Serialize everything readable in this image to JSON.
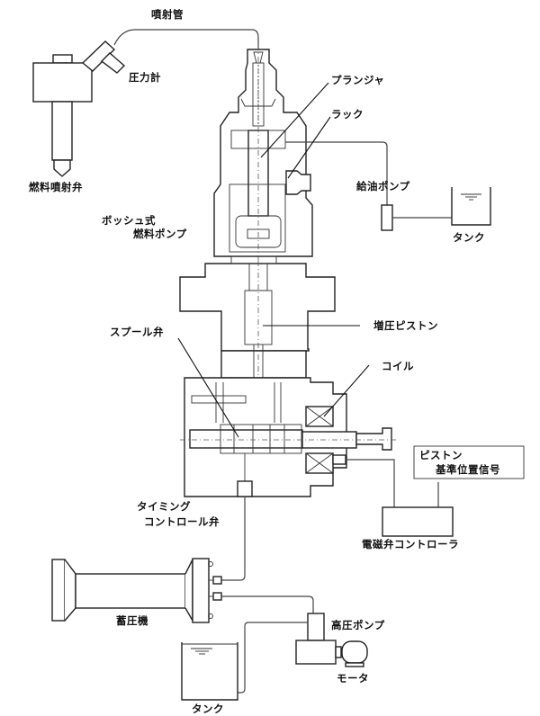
{
  "labels": {
    "injection_pipe": "噴射管",
    "pressure_gauge": "圧力計",
    "fuel_injector": "燃料噴射弁",
    "plunger": "プランジャ",
    "rack": "ラック",
    "feed_pump": "給油ポンプ",
    "tank_top": "タンク",
    "bosch_pump_line1": "ボッシュ式",
    "bosch_pump_line2": "燃料ポンプ",
    "booster_piston": "増圧ピストン",
    "spool_valve": "スプール弁",
    "coil": "コイル",
    "piston_ref_line1": "ピストン",
    "piston_ref_line2": "基準位置信号",
    "timing_valve_line1": "タイミング",
    "timing_valve_line2": "コントロール弁",
    "solenoid_controller": "電磁弁コントローラ",
    "accumulator": "蓄圧機",
    "high_pressure_pump": "高圧ポンプ",
    "motor": "モータ",
    "tank_bottom": "タンク"
  }
}
